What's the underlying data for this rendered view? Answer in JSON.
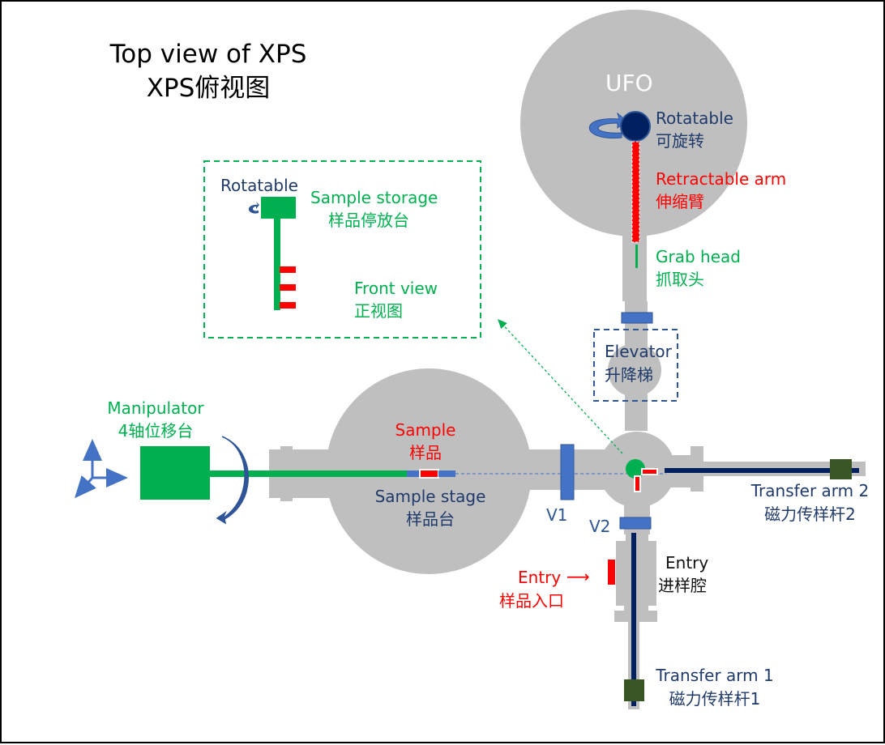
{
  "title": {
    "line1": "Top view of XPS",
    "line2": "XPS俯视图"
  },
  "colors": {
    "chamber": "#bfbfbf",
    "valve": "#4472c4",
    "manipulator": "#00b050",
    "arm": "#002060",
    "handle": "#375623",
    "sample": "#ff0000",
    "rotator": "#002060",
    "rotate_arrow": "#2f5597"
  },
  "ufo": {
    "name": "UFO",
    "rotatable_en": "Rotatable",
    "rotatable_zh": "可旋转",
    "arm_en": "Retractable arm",
    "arm_zh": "伸缩臂",
    "grab_en": "Grab head",
    "grab_zh": "抓取头"
  },
  "storage_inset": {
    "rotatable": "Rotatable",
    "name_en": "Sample storage",
    "name_zh": "样品停放台",
    "view_en": "Front view",
    "view_zh": "正视图",
    "slots": 3
  },
  "manipulator": {
    "name_en": "Manipulator",
    "name_zh": "4轴位移台"
  },
  "analysis": {
    "sample_en": "Sample",
    "sample_zh": "样品",
    "stage_en": "Sample stage",
    "stage_zh": "样品台"
  },
  "valves": {
    "v1": "V1",
    "v2": "V2"
  },
  "elevator": {
    "name_en": "Elevator",
    "name_zh": "升降梯"
  },
  "transfer_arm_2": {
    "name_en": "Transfer arm 2",
    "name_zh": "磁力传样杆2"
  },
  "entry_port": {
    "name_en": "Entry",
    "name_zh": "样品入口",
    "arrow": "⟶"
  },
  "entry_chamber": {
    "name_en": "Entry",
    "name_zh": "进样腔"
  },
  "transfer_arm_1": {
    "name_en": "Transfer arm 1",
    "name_zh": "磁力传样杆1"
  }
}
